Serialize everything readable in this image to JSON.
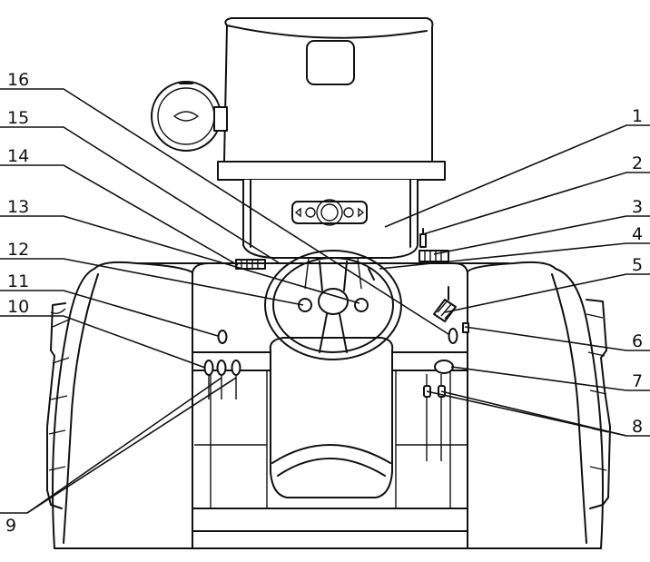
{
  "callouts": [
    {
      "id": "1"
    },
    {
      "id": "2"
    },
    {
      "id": "3"
    },
    {
      "id": "4"
    },
    {
      "id": "5"
    },
    {
      "id": "6"
    },
    {
      "id": "7"
    },
    {
      "id": "8"
    },
    {
      "id": "9"
    },
    {
      "id": "10"
    },
    {
      "id": "11"
    },
    {
      "id": "12"
    },
    {
      "id": "13"
    },
    {
      "id": "14"
    },
    {
      "id": "15"
    },
    {
      "id": "16"
    }
  ]
}
